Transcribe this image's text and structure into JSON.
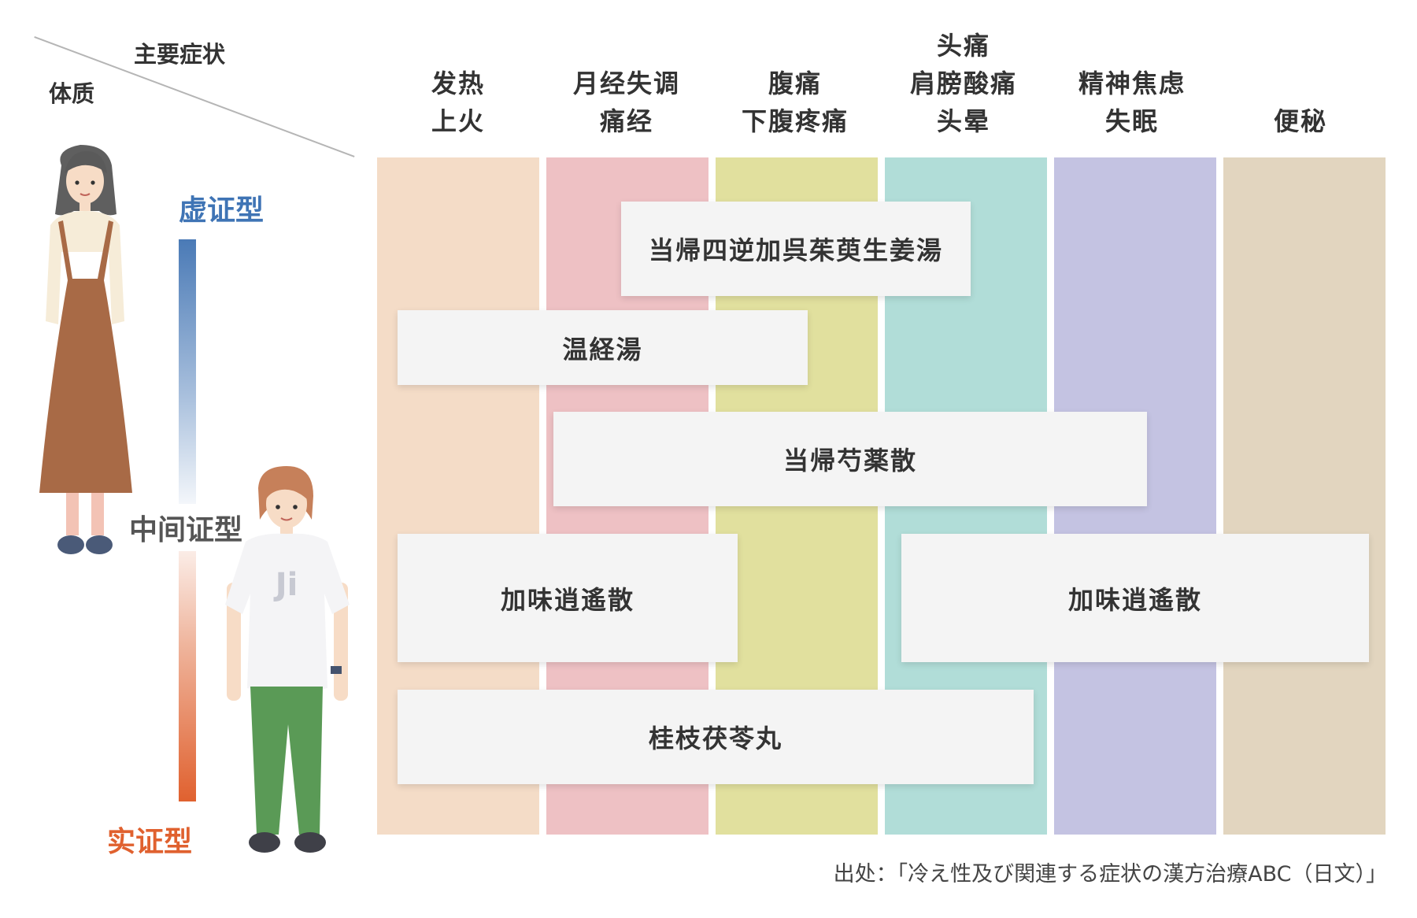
{
  "corner": {
    "symptom_label": "主要症状",
    "constitution_label": "体质"
  },
  "columns": [
    {
      "lines": [
        "发热",
        "上火"
      ],
      "color": "#f4dcc7"
    },
    {
      "lines": [
        "月经失调",
        "痛经"
      ],
      "color": "#eec1c4"
    },
    {
      "lines": [
        "腹痛",
        "下腹疼痛"
      ],
      "color": "#e1e09e"
    },
    {
      "lines": [
        "头痛",
        "肩膀酸痛",
        "头晕"
      ],
      "color": "#b1ddd8"
    },
    {
      "lines": [
        "精神焦虑",
        "失眠"
      ],
      "color": "#c4c3e2"
    },
    {
      "lines": [
        "便秘"
      ],
      "color": "#e2d5bf"
    }
  ],
  "remedies": [
    {
      "name": "当帰四逆加呉茱萸生姜湯"
    },
    {
      "name": "温経湯"
    },
    {
      "name": "当帰芍薬散"
    },
    {
      "name": "加味逍遙散"
    },
    {
      "name": "加味逍遙散"
    },
    {
      "name": "桂枝茯苓丸"
    }
  ],
  "scale": {
    "top_label": "虚证型",
    "middle_label": "中间证型",
    "bottom_label": "实证型",
    "top_color": "#3f74b5",
    "bottom_color": "#e0612f"
  },
  "figures": {
    "woman_icon": "woman-in-brown-dress",
    "woman2_icon": "woman-in-white-tshirt",
    "shirt_logo": "Ji"
  },
  "source": "出处：「冷え性及び関連する症状の漢方治療ABC（日文）」"
}
